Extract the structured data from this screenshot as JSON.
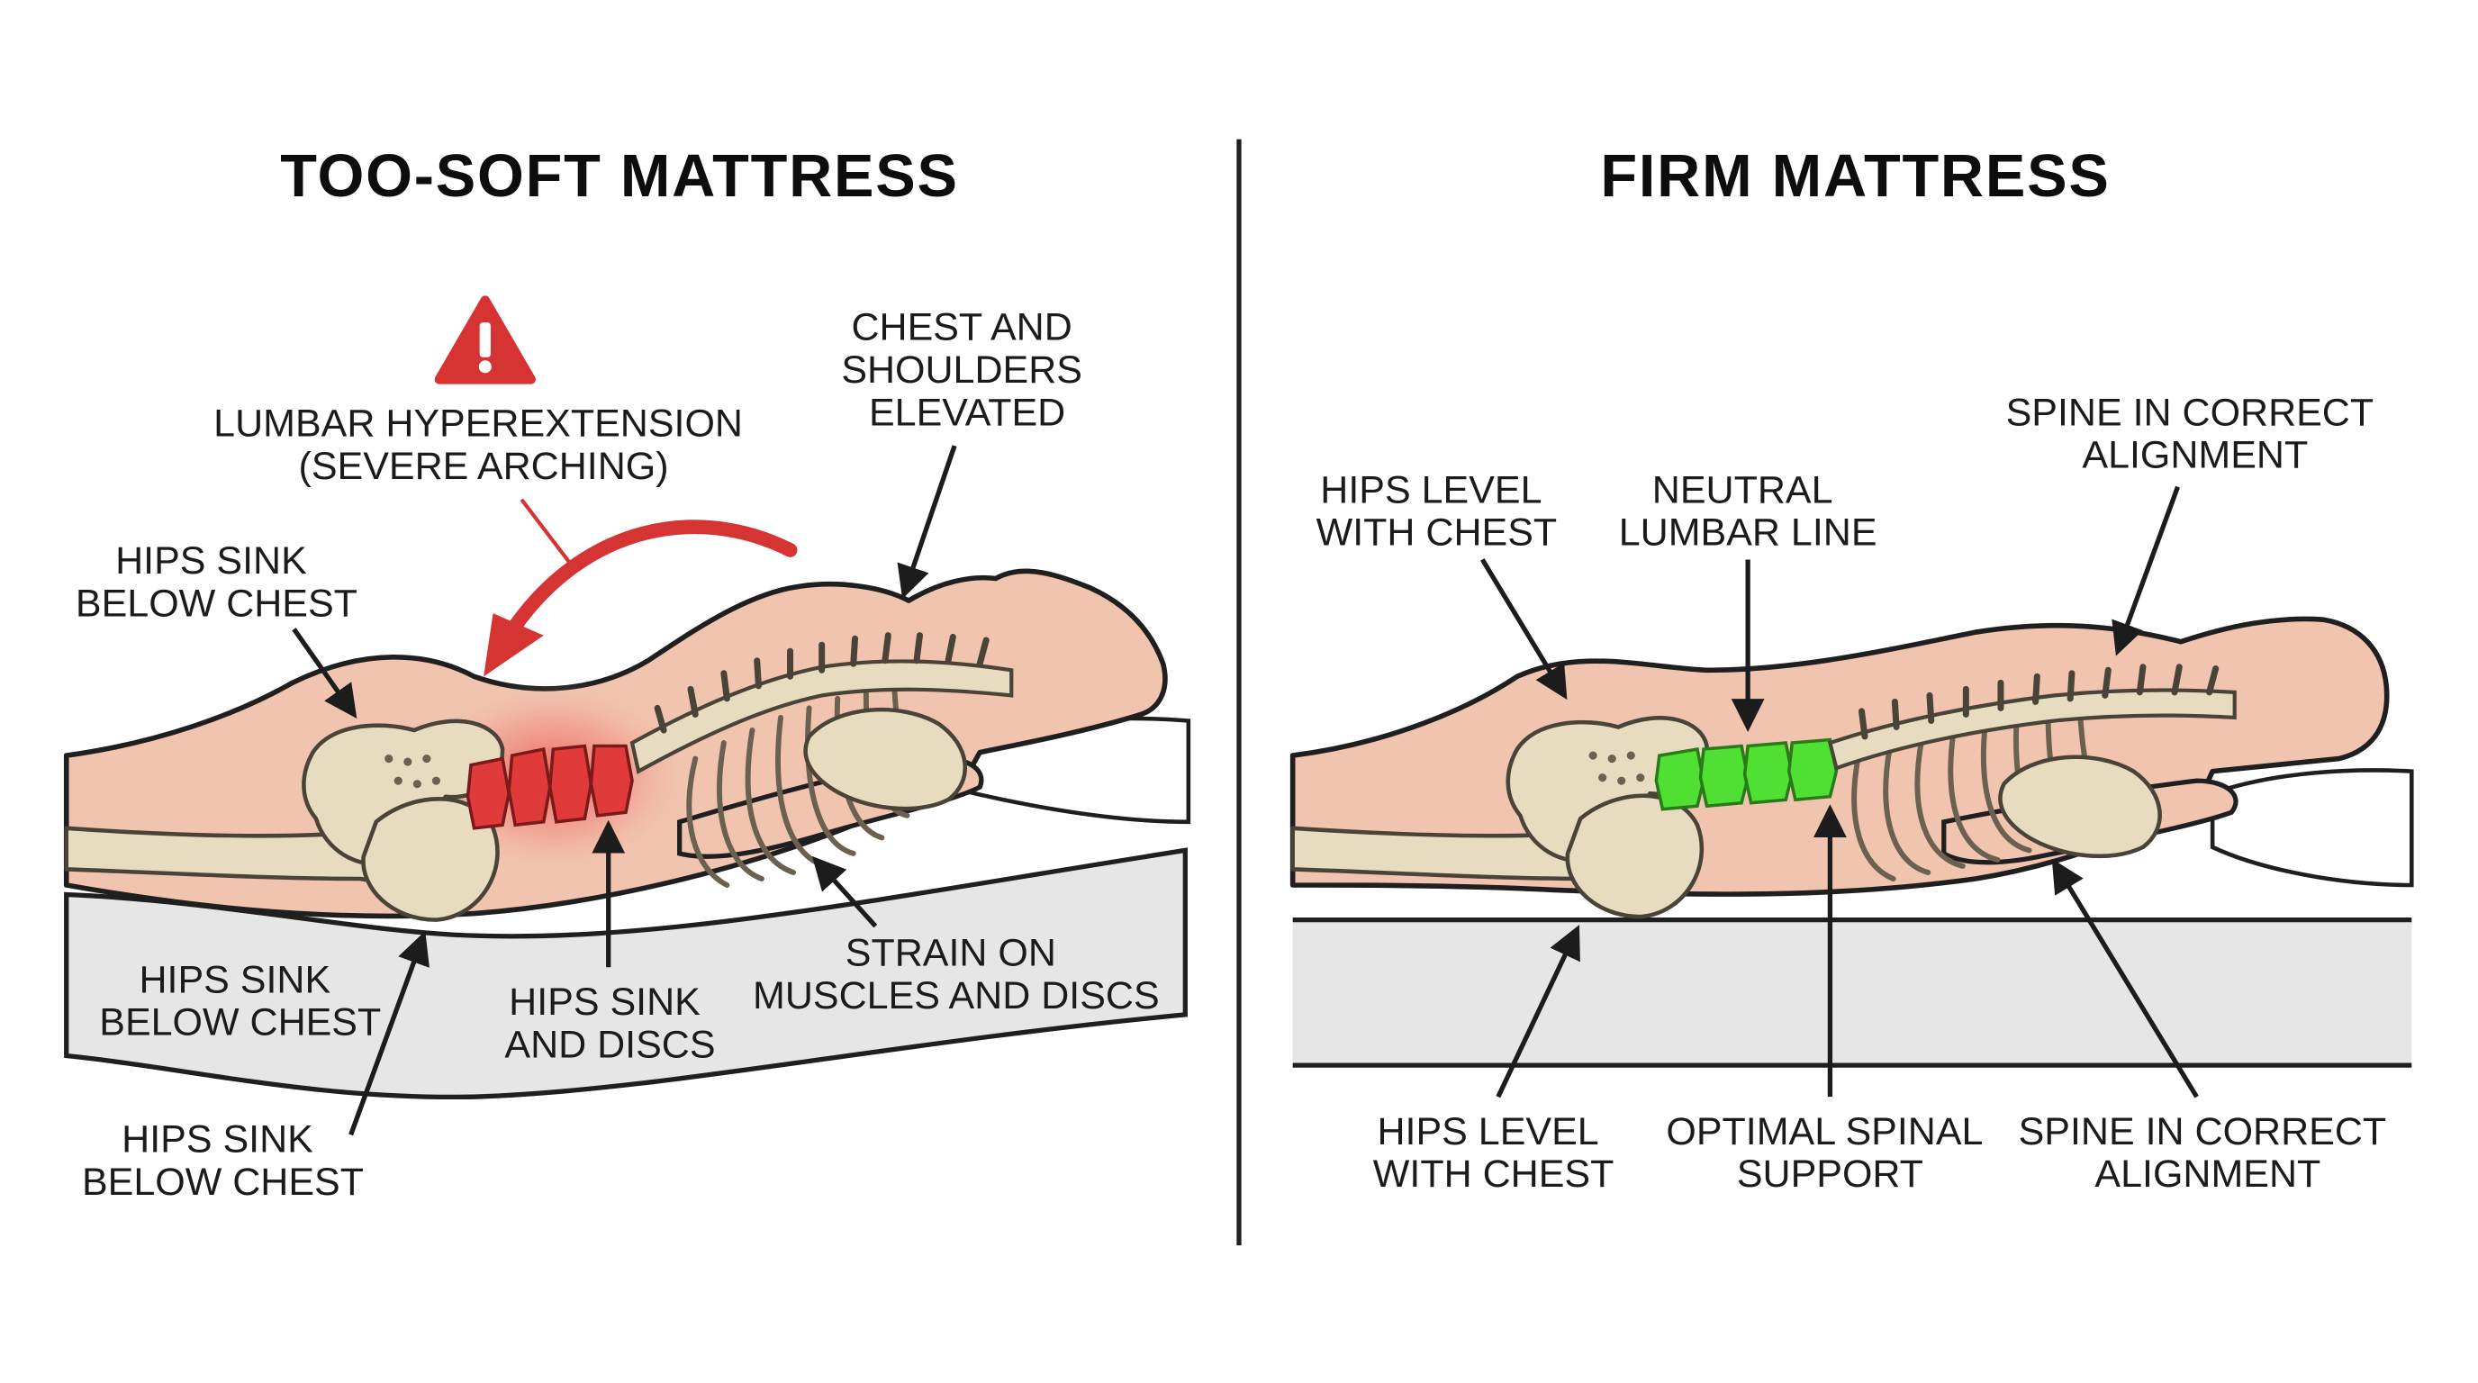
{
  "colors": {
    "skin": "#f1c4b0",
    "mattress": "#e6e6e6",
    "bone": "#e8dcc0",
    "strain_red": "#e03a3a",
    "neutral_green": "#4fe033",
    "warning_red": "#d63333"
  },
  "left": {
    "title": "TOO-SOFT MATTRESS",
    "warning_icon": "warning-triangle-icon",
    "callout_hyperextension": [
      "LUMBAR HYPEREXTENSION",
      "(SEVERE ARCHING)"
    ],
    "callout_chest": [
      "CHEST AND",
      "SHOULDERS",
      "ELEVATED"
    ],
    "callout_hips_top": [
      "HIPS SINK",
      "BELOW CHEST"
    ],
    "callout_hips_mid": [
      "HIPS SINK",
      "BELOW CHEST"
    ],
    "callout_hips_discs": [
      "HIPS SINK",
      "AND DISCS"
    ],
    "callout_strain": [
      "STRAIN ON",
      "MUSCLES AND DISCS"
    ],
    "callout_hips_bottom": [
      "HIPS SINK",
      "BELOW CHEST"
    ]
  },
  "right": {
    "title": "FIRM MATTRESS",
    "callout_hips_level_top": [
      "HIPS LEVEL",
      "WITH CHEST"
    ],
    "callout_neutral": [
      "NEUTRAL",
      "LUMBAR LINE"
    ],
    "callout_alignment_top": [
      "SPINE IN CORRECT",
      "ALIGNMENT"
    ],
    "callout_hips_level_bottom": [
      "HIPS LEVEL",
      "WITH CHEST"
    ],
    "callout_support": [
      "OPTIMAL SPINAL",
      "SUPPORT"
    ],
    "callout_alignment_bottom": [
      "SPINE IN CORRECT",
      "ALIGNMENT"
    ]
  }
}
